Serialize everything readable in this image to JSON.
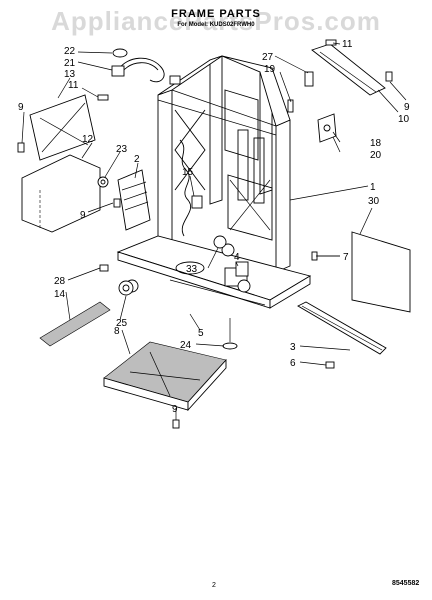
{
  "header": {
    "title": "FRAME PARTS",
    "subtitle": "For Model: KUDS02FRWH0"
  },
  "watermark": "AppliancePartsPros.com",
  "footer": {
    "page_number": "2",
    "figure_number": "8545582"
  },
  "callouts": [
    "1",
    "2",
    "3",
    "4",
    "5",
    "6",
    "7",
    "8",
    "9",
    "10",
    "11",
    "12",
    "13",
    "14",
    "15",
    "18",
    "19",
    "20",
    "21",
    "22",
    "23",
    "24",
    "25",
    "27",
    "28",
    "30",
    "33"
  ]
}
